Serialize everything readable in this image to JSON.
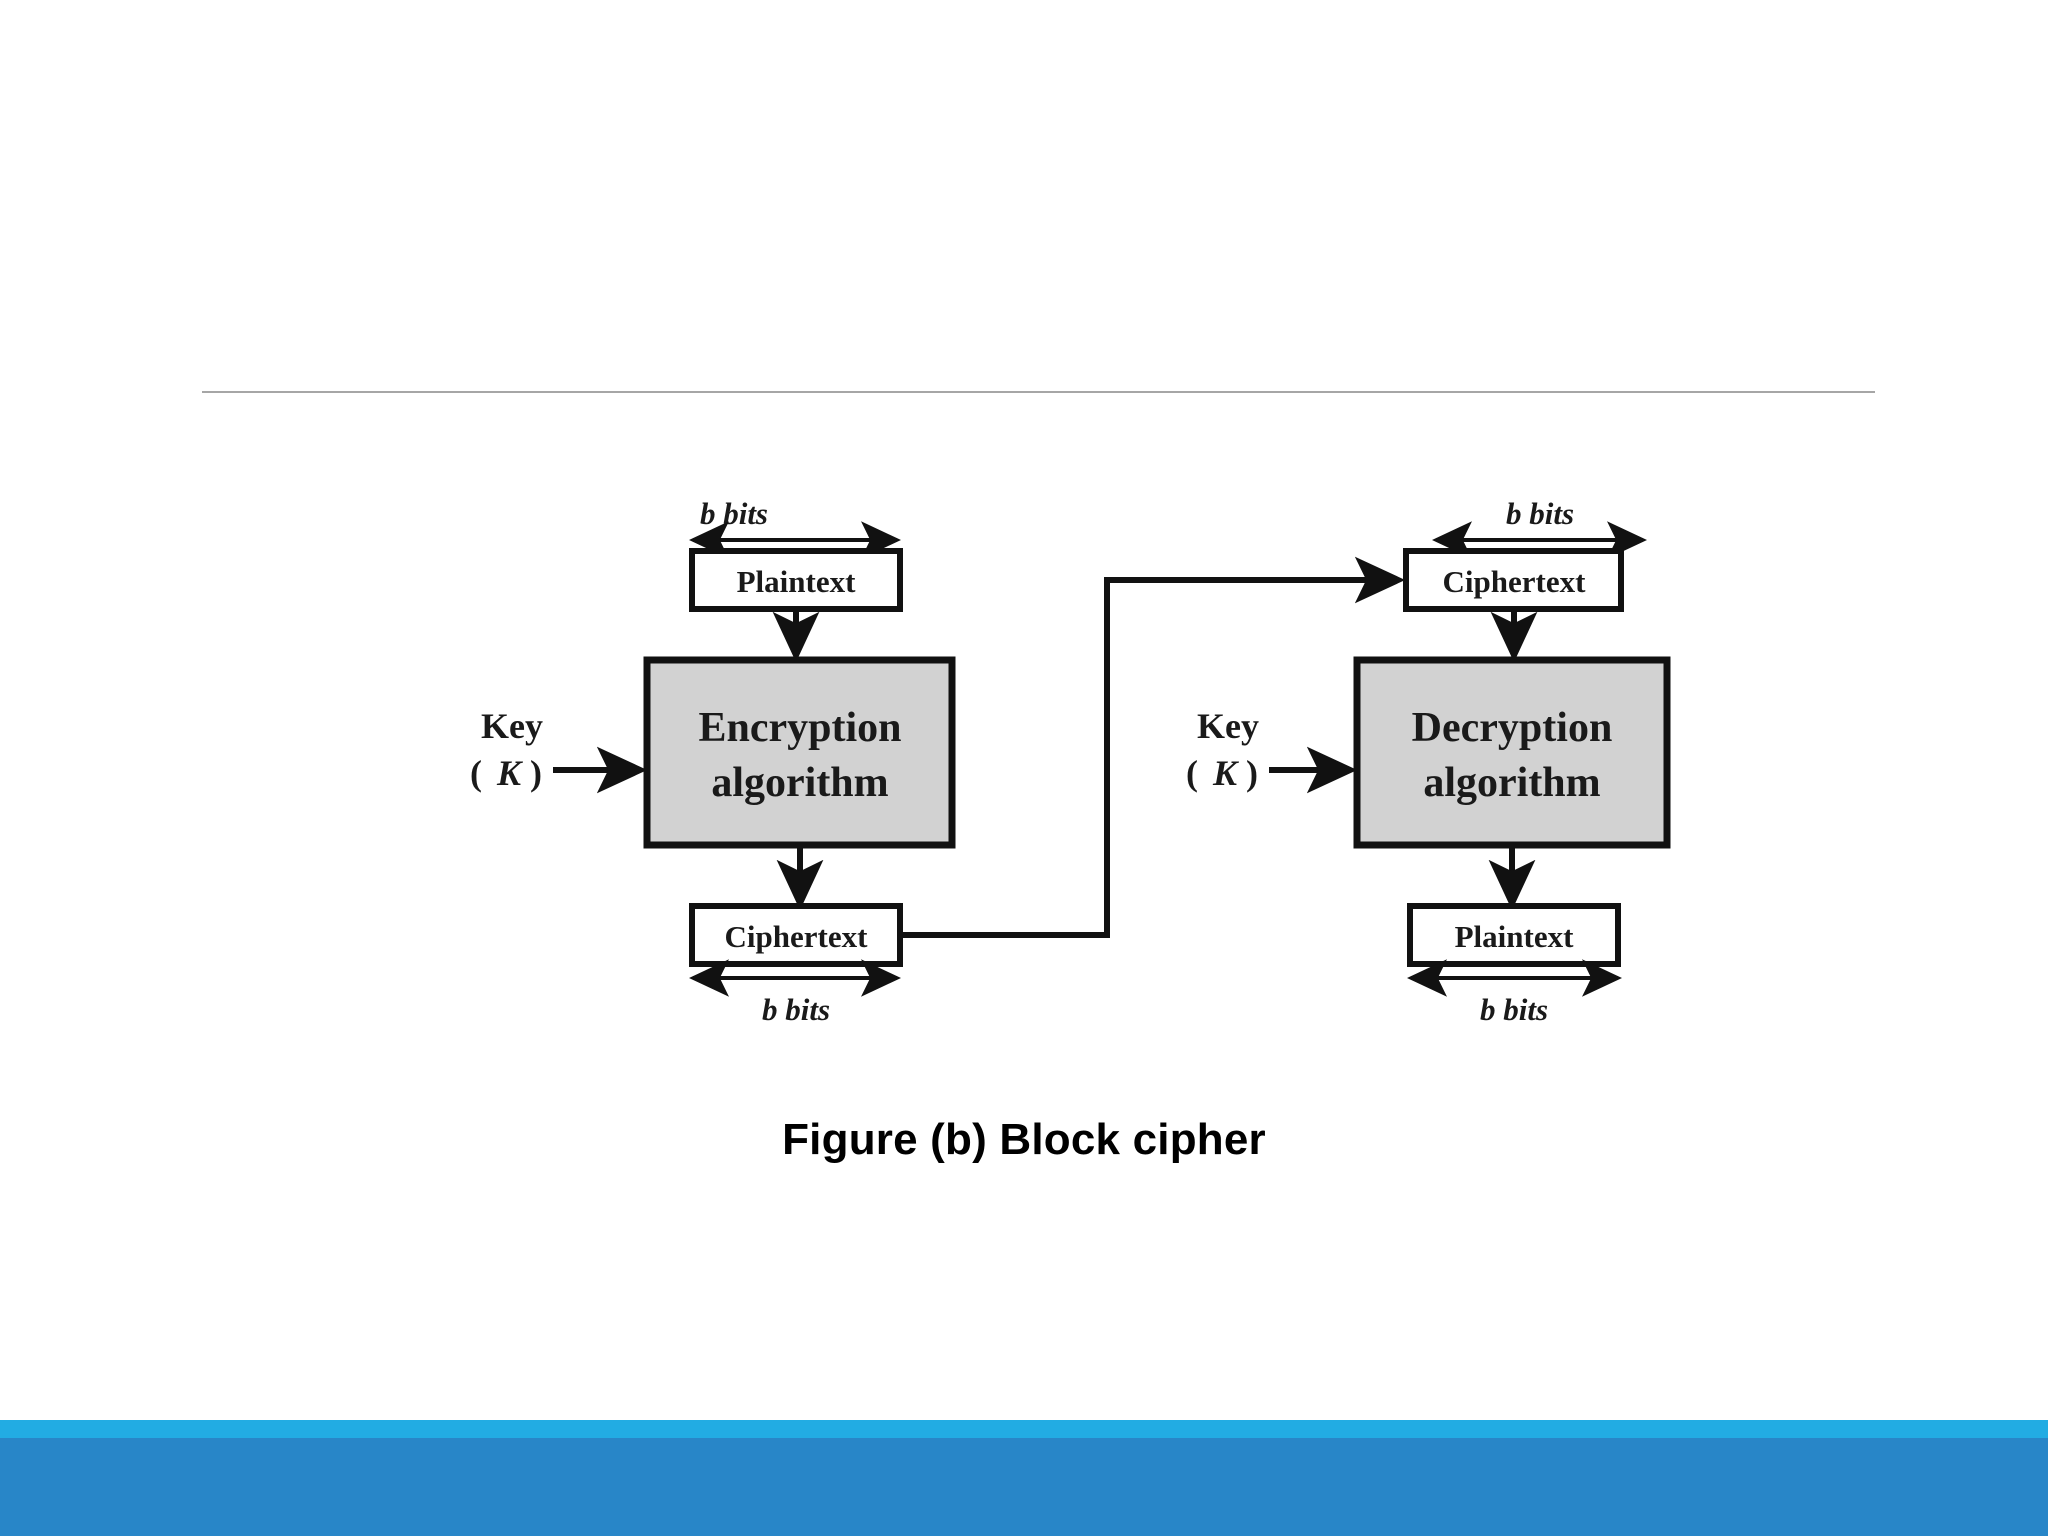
{
  "slide": {
    "background_color": "#ffffff",
    "divider_color": "#a6a6a6"
  },
  "caption": {
    "text": "Figure (b) Block cipher"
  },
  "footer": {
    "light_band_color": "#22ace3",
    "dark_band_color": "#2886c8"
  },
  "diagram": {
    "title": "Block cipher",
    "type": "block-flow-diagram",
    "encryption_side": {
      "top_dimension_label": "b bits",
      "input_box_label": "Plaintext",
      "key_label_line1": "Key",
      "key_label_line2_open": "(",
      "key_label_line2_symbol": "K",
      "key_label_line2_close": ")",
      "process_label_line1": "Encryption",
      "process_label_line2": "algorithm",
      "output_box_label": "Ciphertext",
      "bottom_dimension_label": "b bits"
    },
    "decryption_side": {
      "top_dimension_label": "b bits",
      "input_box_label": "Ciphertext",
      "key_label_line1": "Key",
      "key_label_line2_open": "(",
      "key_label_line2_symbol": "K",
      "key_label_line2_close": ")",
      "process_label_line1": "Decryption",
      "process_label_line2": "algorithm",
      "output_box_label": "Plaintext",
      "bottom_dimension_label": "b bits"
    },
    "colors": {
      "algorithm_box_fill": "#d2d2d2",
      "box_stroke": "#111111",
      "text": "#1a1a1a"
    }
  }
}
